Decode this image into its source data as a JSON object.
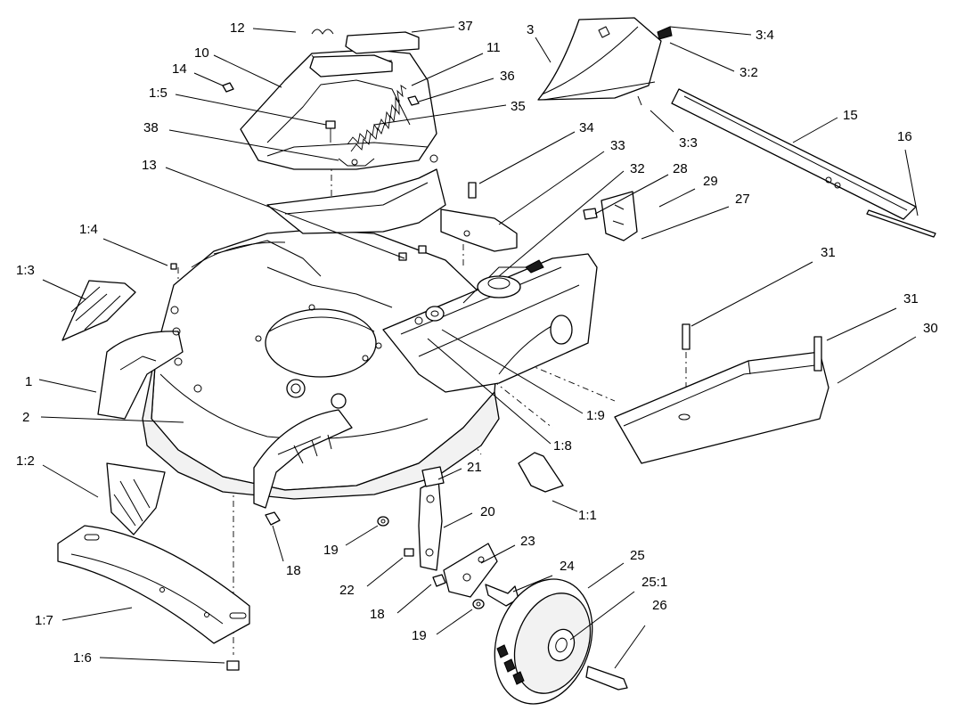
{
  "callouts": [
    {
      "id": "c-12",
      "text": "12"
    },
    {
      "id": "c-37",
      "text": "37"
    },
    {
      "id": "c-3",
      "text": "3"
    },
    {
      "id": "c-3-4",
      "text": "3:4"
    },
    {
      "id": "c-10",
      "text": "10"
    },
    {
      "id": "c-11",
      "text": "11"
    },
    {
      "id": "c-3-2",
      "text": "3:2"
    },
    {
      "id": "c-14",
      "text": "14"
    },
    {
      "id": "c-36",
      "text": "36"
    },
    {
      "id": "c-1-5",
      "text": "1:5"
    },
    {
      "id": "c-35",
      "text": "35"
    },
    {
      "id": "c-15",
      "text": "15"
    },
    {
      "id": "c-38",
      "text": "38"
    },
    {
      "id": "c-34",
      "text": "34"
    },
    {
      "id": "c-3-3",
      "text": "3:3"
    },
    {
      "id": "c-16",
      "text": "16"
    },
    {
      "id": "c-33",
      "text": "33"
    },
    {
      "id": "c-13",
      "text": "13"
    },
    {
      "id": "c-32",
      "text": "32"
    },
    {
      "id": "c-28",
      "text": "28"
    },
    {
      "id": "c-29",
      "text": "29"
    },
    {
      "id": "c-27",
      "text": "27"
    },
    {
      "id": "c-1-4",
      "text": "1:4"
    },
    {
      "id": "c-31a",
      "text": "31"
    },
    {
      "id": "c-1-3",
      "text": "1:3"
    },
    {
      "id": "c-31b",
      "text": "31"
    },
    {
      "id": "c-30",
      "text": "30"
    },
    {
      "id": "c-1",
      "text": "1"
    },
    {
      "id": "c-1-9",
      "text": "1:9"
    },
    {
      "id": "c-2",
      "text": "2"
    },
    {
      "id": "c-1-8",
      "text": "1:8"
    },
    {
      "id": "c-1-2",
      "text": "1:2"
    },
    {
      "id": "c-21",
      "text": "21"
    },
    {
      "id": "c-1-1",
      "text": "1:1"
    },
    {
      "id": "c-20",
      "text": "20"
    },
    {
      "id": "c-18a",
      "text": "18"
    },
    {
      "id": "c-19a",
      "text": "19"
    },
    {
      "id": "c-23",
      "text": "23"
    },
    {
      "id": "c-25",
      "text": "25"
    },
    {
      "id": "c-24",
      "text": "24"
    },
    {
      "id": "c-22",
      "text": "22"
    },
    {
      "id": "c-25-1",
      "text": "25:1"
    },
    {
      "id": "c-1-7",
      "text": "1:7"
    },
    {
      "id": "c-18b",
      "text": "18"
    },
    {
      "id": "c-26",
      "text": "26"
    },
    {
      "id": "c-19b",
      "text": "19"
    },
    {
      "id": "c-1-6",
      "text": "1:6"
    }
  ]
}
